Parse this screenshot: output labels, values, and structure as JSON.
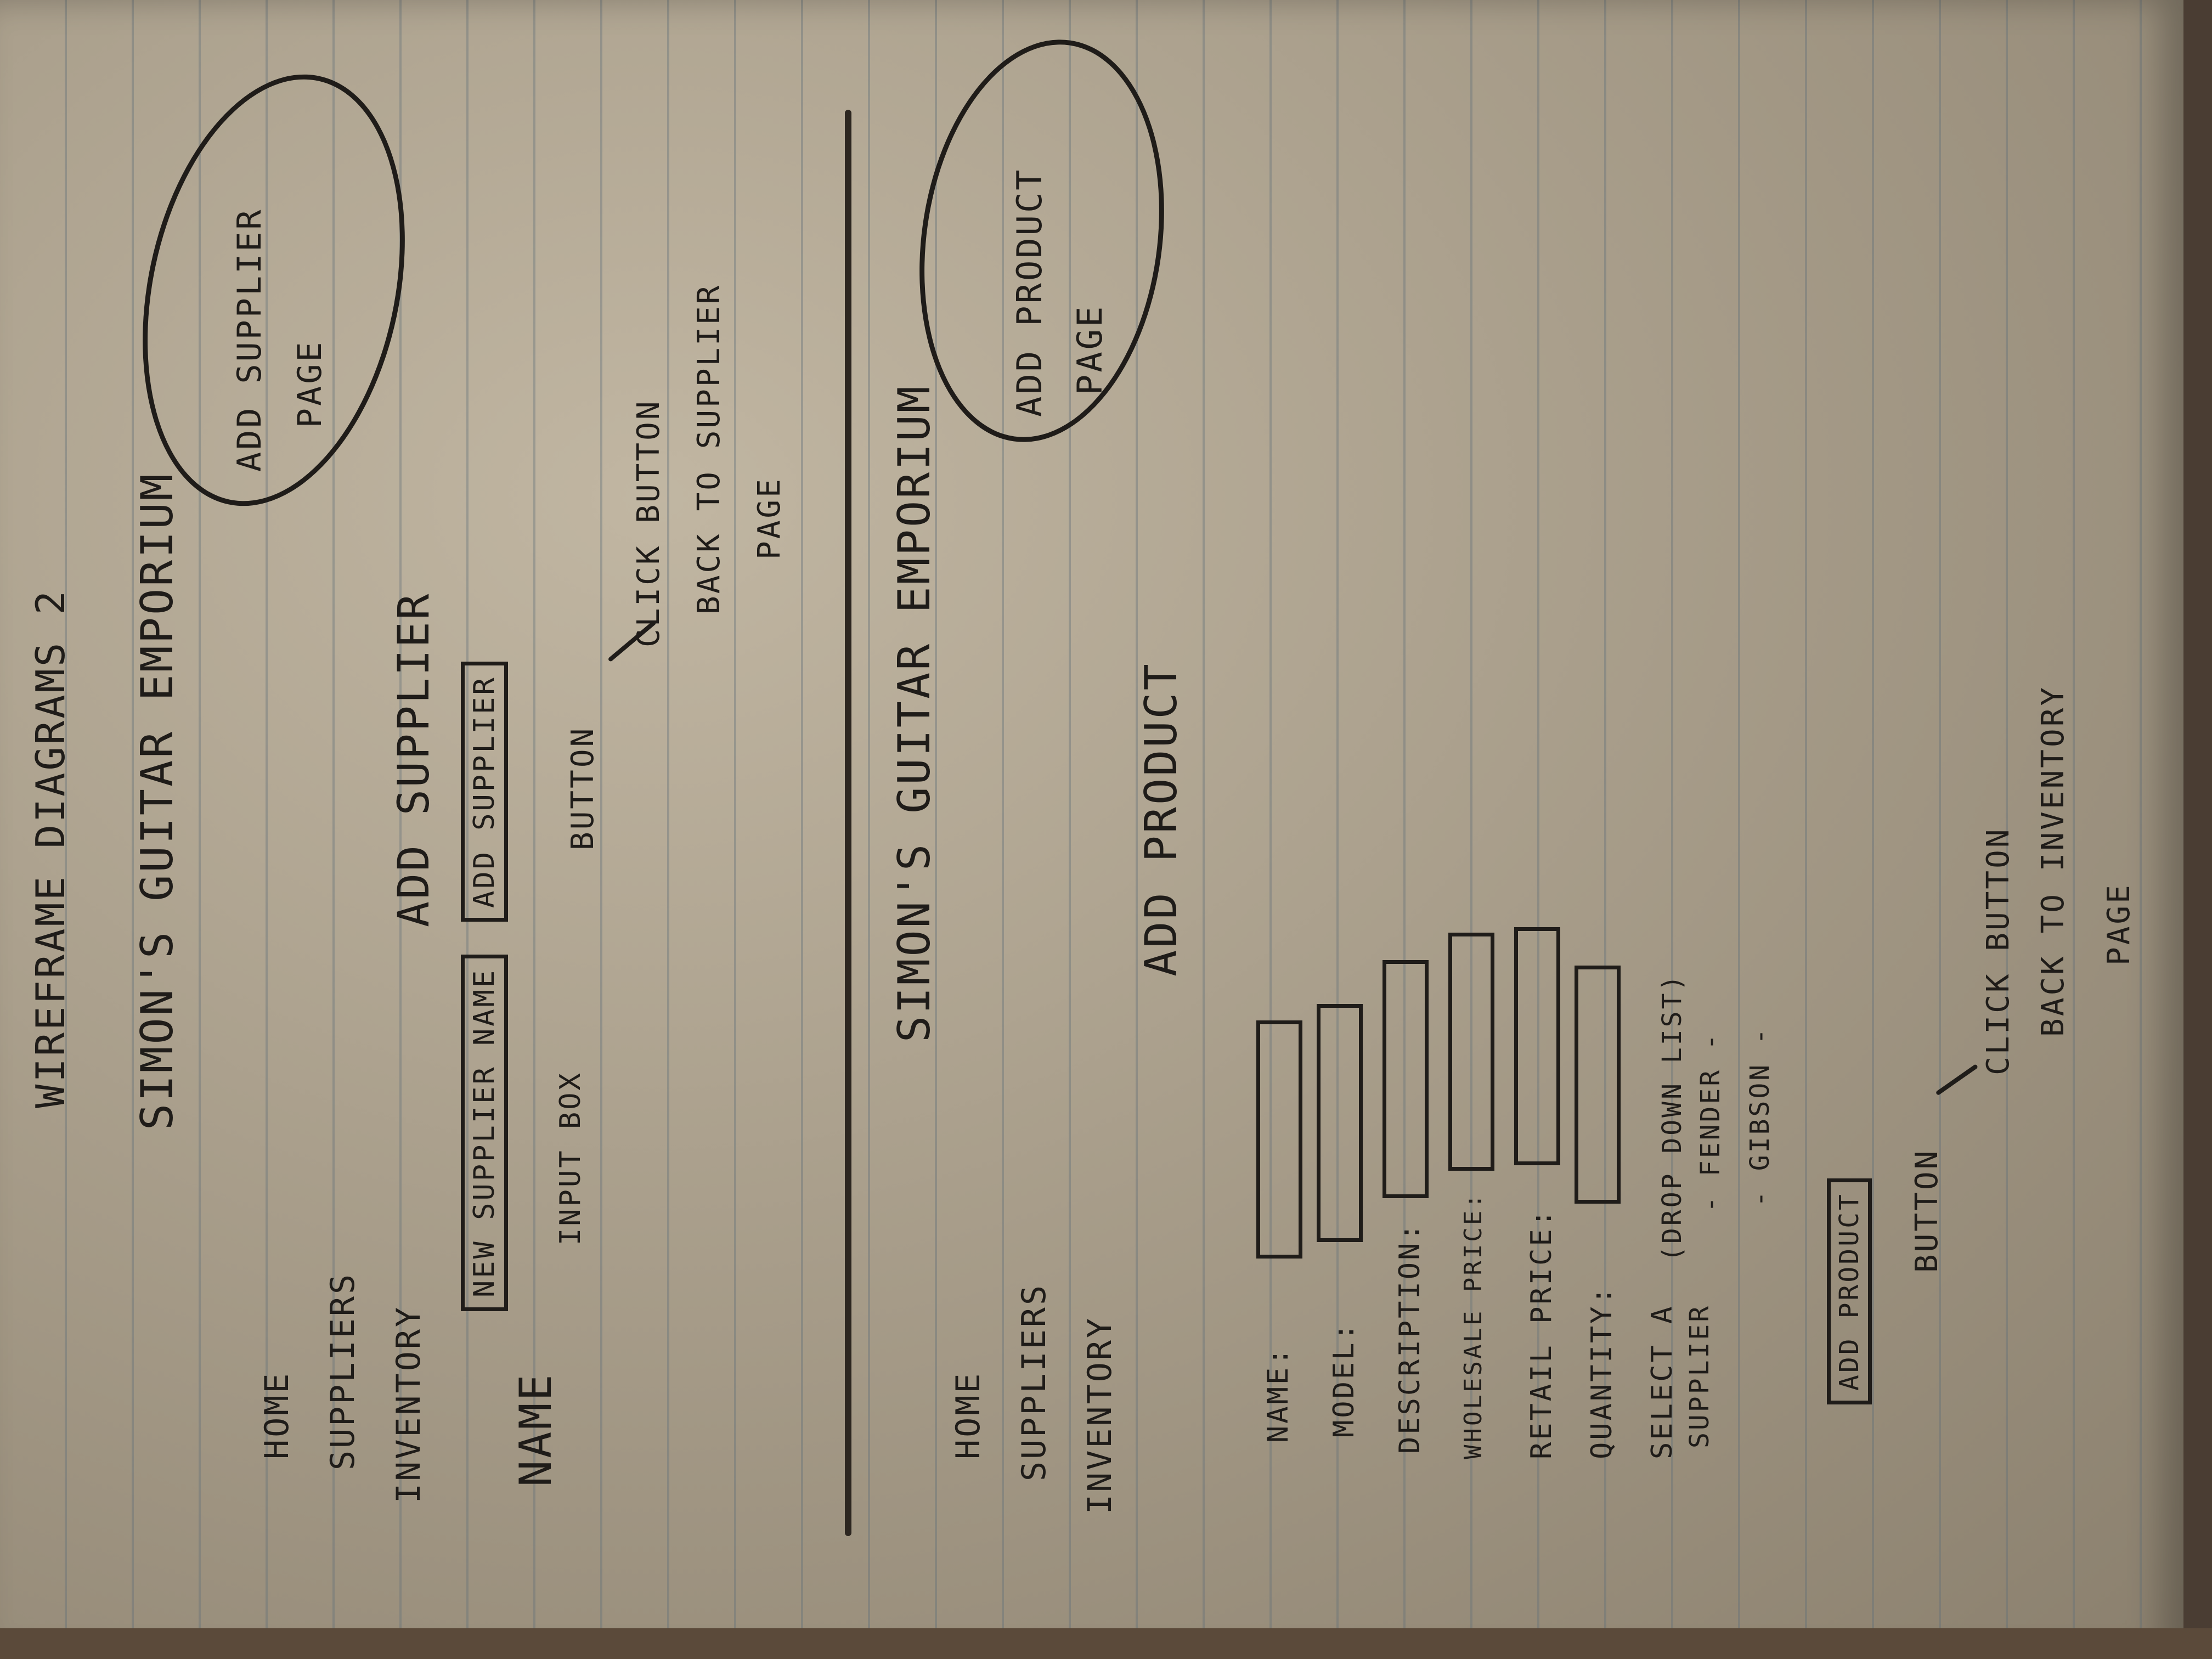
{
  "title": "WIREFRAME DIAGRAMS 2",
  "supplier_page": {
    "site_name": "SIMON'S GUITAR EMPORIUM",
    "nav": [
      "HOME",
      "SUPPLIERS",
      "INVENTORY"
    ],
    "heading": "ADD SUPPLIER",
    "name_label": "NAME",
    "input_placeholder": "NEW SUPPLIER NAME",
    "input_caption": "INPUT BOX",
    "button_label": "ADD SUPPLIER",
    "button_caption": "BUTTON",
    "note": [
      "CLICK BUTTON",
      "BACK TO SUPPLIER",
      "PAGE"
    ],
    "oval_label": [
      "ADD SUPPLIER",
      "PAGE"
    ]
  },
  "product_page": {
    "site_name": "SIMON'S GUITAR EMPORIUM",
    "nav": [
      "HOME",
      "SUPPLIERS",
      "INVENTORY"
    ],
    "heading": "ADD PRODUCT",
    "fields": [
      "NAME:",
      "MODEL:",
      "DESCRIPTION:",
      "WHOLESALE PRICE:",
      "RETAIL PRICE:",
      "QUANTITY:"
    ],
    "select_label": [
      "SELECT A",
      "SUPPLIER"
    ],
    "select_note": "(DROP DOWN LIST)",
    "select_options": [
      "- FENDER -",
      "- GIBSON -"
    ],
    "button_label": "ADD PRODUCT",
    "button_caption": "BUTTON",
    "note": [
      "CLICK BUTTON",
      "BACK TO INVENTORY",
      "PAGE"
    ],
    "oval_label": [
      "ADD PRODUCT",
      "PAGE"
    ]
  }
}
